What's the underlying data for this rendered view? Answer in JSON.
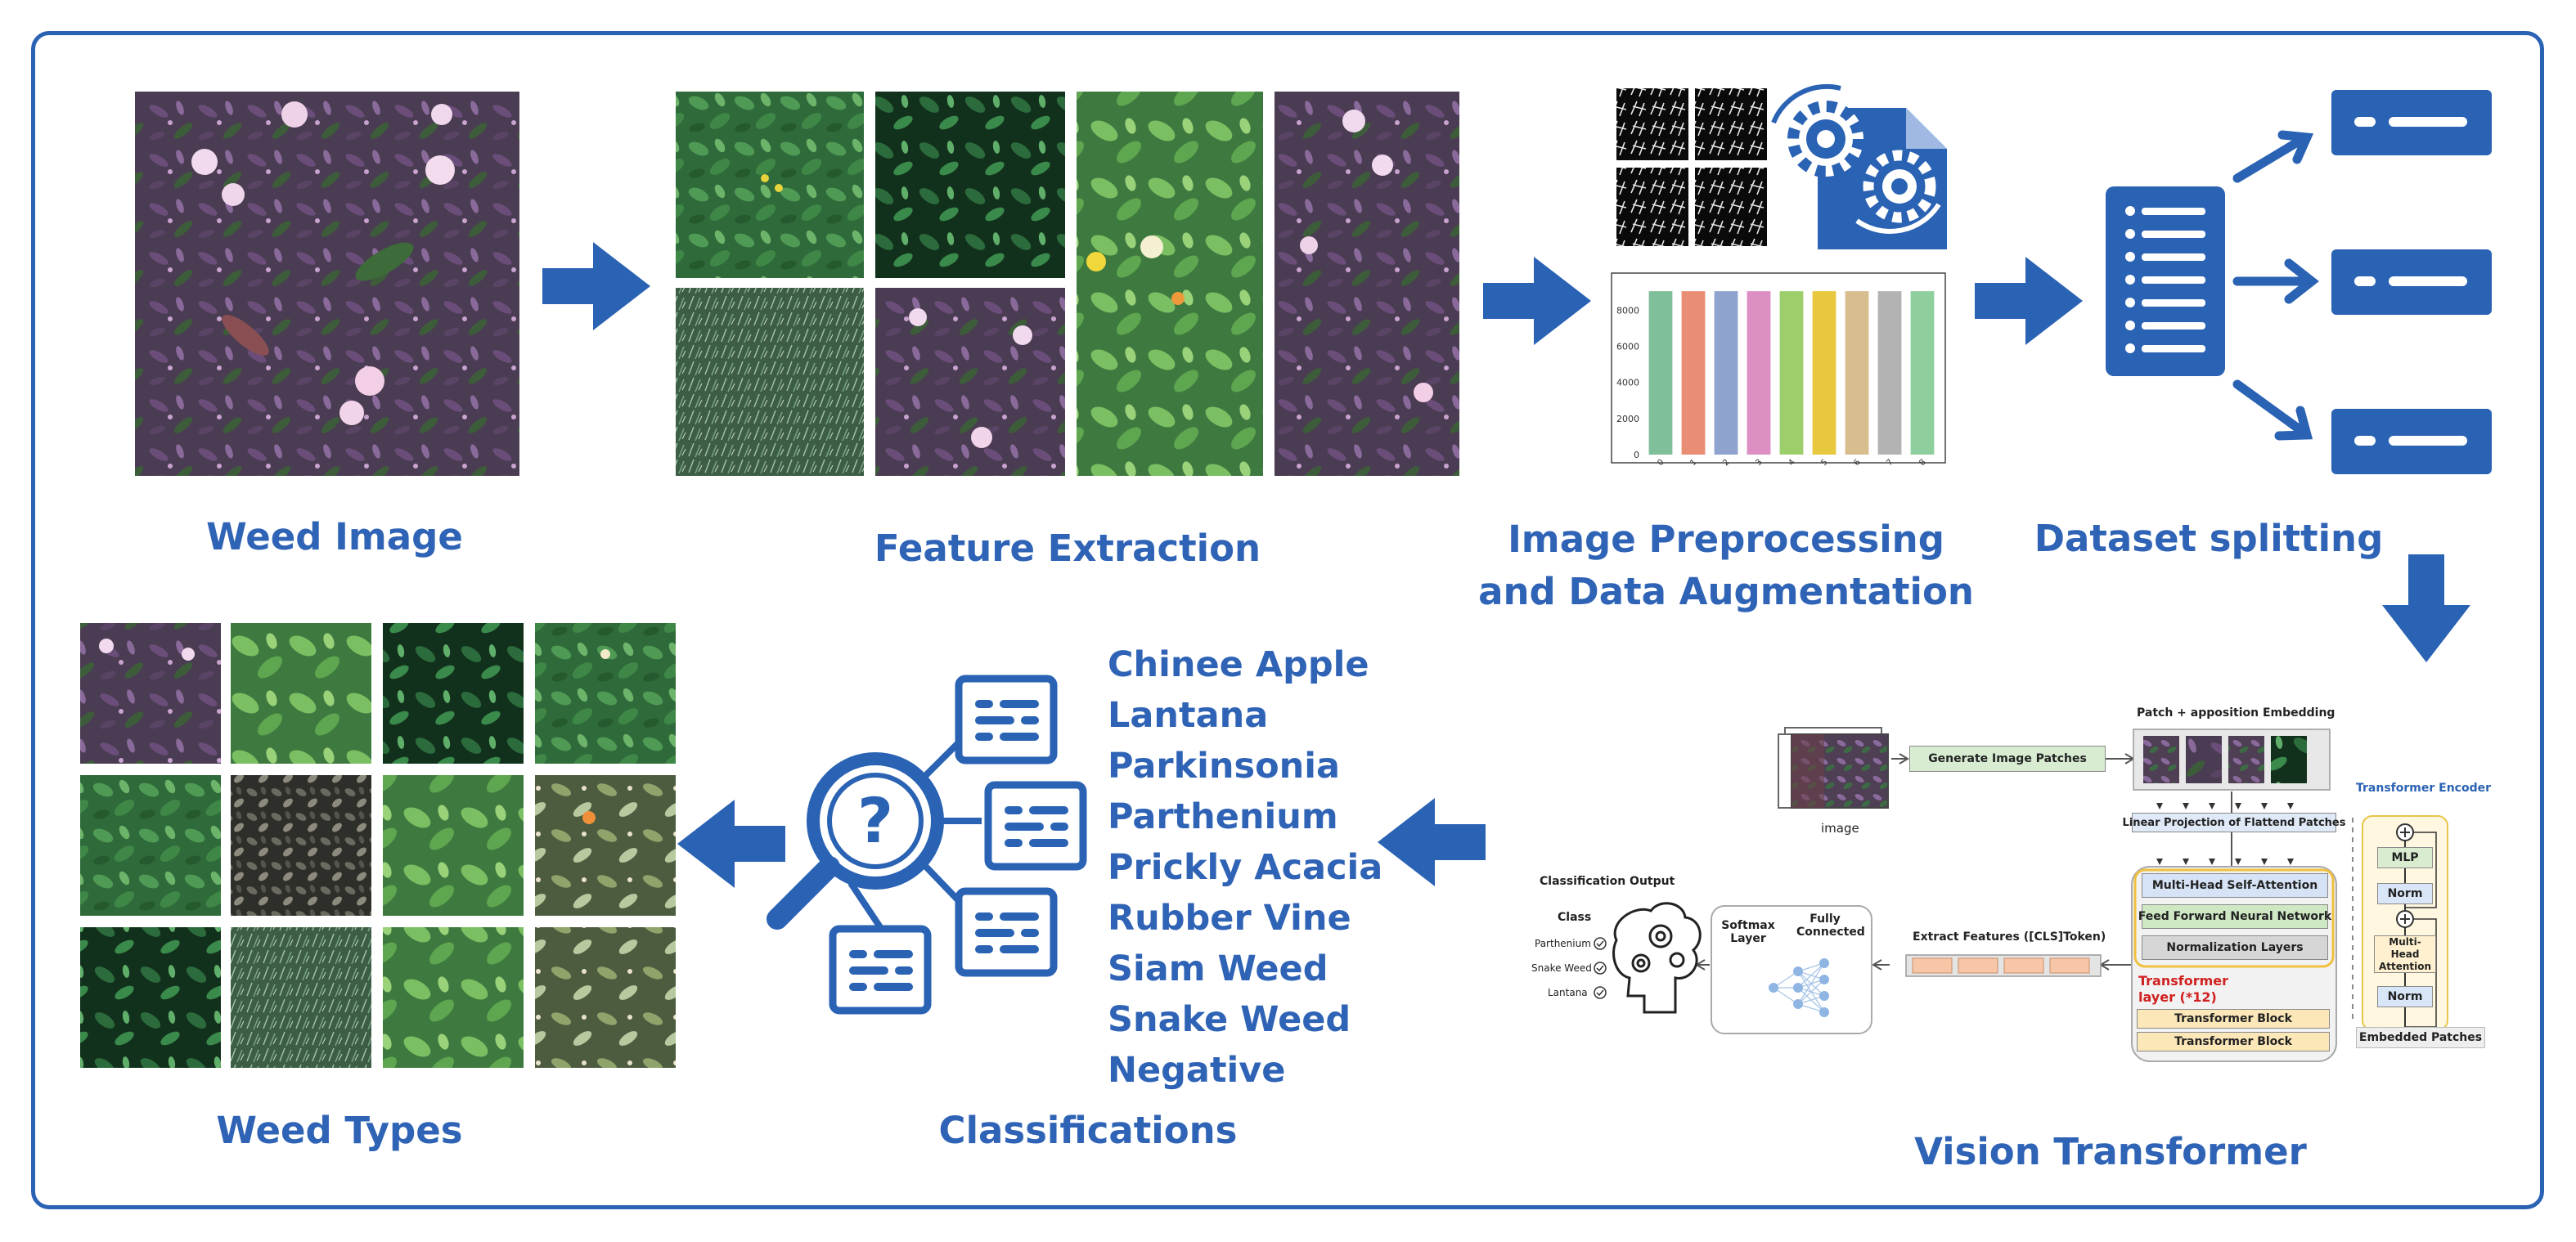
{
  "stages": {
    "weed_image": "Weed Image",
    "feature_extraction": "Feature Extraction",
    "preprocessing_line1": "Image Preprocessing",
    "preprocessing_line2": "and Data Augmentation",
    "dataset_splitting": "Dataset splitting",
    "vision_transformer": "Vision Transformer",
    "classifications": "Classifications",
    "weed_types": "Weed Types"
  },
  "classes": [
    "Chinee Apple",
    "Lantana",
    "Parkinsonia",
    "Parthenium",
    "Prickly Acacia",
    "Rubber Vine",
    "Siam Weed",
    "Snake Weed",
    "Negative"
  ],
  "vit": {
    "image_label": "image",
    "generate_patches": "Generate Image Patches",
    "patch_embedding": "Patch + apposition Embedding",
    "linear_projection": "Linear Projection of Flattend Patches",
    "mhsa": "Multi-Head Self-Attention",
    "ffnn": "Feed Forward Neural Network",
    "norm_layers": "Normalization Layers",
    "transformer_layer": "Transformer layer (*12)",
    "transformer_block_1": "Transformer Block",
    "transformer_block_2": "Transformer Block",
    "extract_features": "Extract Features ([CLS]Token)",
    "softmax": "Softmax Layer",
    "fully_connected": "Fully Connected",
    "classification_output": "Classification Output",
    "class_header": "Class",
    "out_classes": [
      "Parthenium",
      "Snake Weed",
      "Lantana"
    ],
    "encoder_title": "Transformer Encoder",
    "mlp": "MLP",
    "norm_top": "Norm",
    "mha": "Multi-Head Attention",
    "norm_bottom": "Norm",
    "embedded_patches": "Embedded Patches"
  },
  "bar_chart": {
    "type": "bar",
    "categories": [
      "0",
      "1",
      "2",
      "3",
      "4",
      "5",
      "6",
      "7",
      "8"
    ],
    "values": [
      9050,
      9050,
      9050,
      9050,
      9050,
      9050,
      9050,
      9050,
      9050
    ],
    "ylim": [
      0,
      9600
    ],
    "yticks": [
      "0",
      "2000",
      "4000",
      "6000",
      "8000"
    ],
    "colors": [
      "#7fbf9a",
      "#e98d74",
      "#8fa3cf",
      "#dd8fc4",
      "#9ccf6c",
      "#e8c83f",
      "#d8bd8f",
      "#b3b3b3",
      "#8fcf9e"
    ]
  },
  "colors": {
    "accent": "#2a62b4",
    "label": "#2f63b6"
  }
}
